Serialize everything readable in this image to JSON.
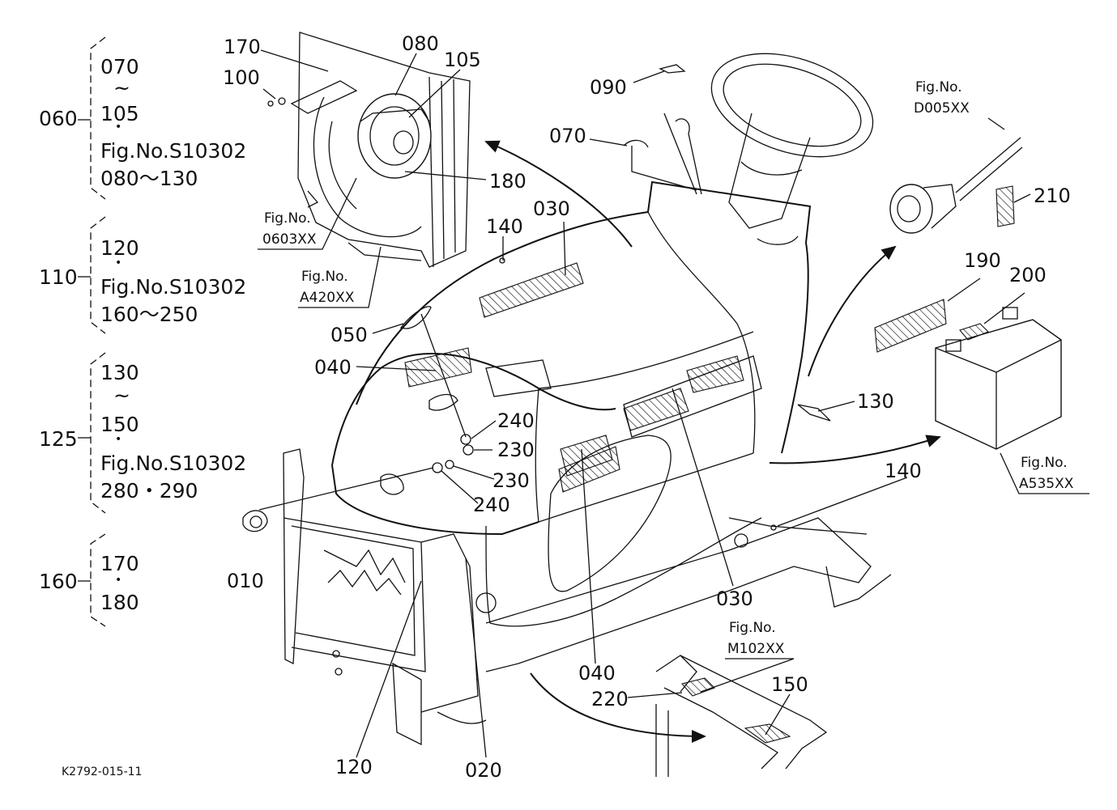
{
  "groups": [
    {
      "ref": "060",
      "lines": [
        "070",
        "~",
        "105",
        "•",
        "Fig.No.S10302",
        "080～130"
      ]
    },
    {
      "ref": "110",
      "lines": [
        "120",
        "•",
        "Fig.No.S10302",
        "160～250"
      ]
    },
    {
      "ref": "125",
      "lines": [
        "130",
        "~",
        "150",
        "•",
        "Fig.No.S10302",
        "280・290"
      ]
    },
    {
      "ref": "160",
      "lines": [
        "170",
        "•",
        "180"
      ]
    }
  ],
  "callouts": {
    "c170": "170",
    "c080": "080",
    "c105": "105",
    "c100": "100",
    "c180": "180",
    "c090": "090",
    "c070": "070",
    "c030a": "030",
    "c140a": "140",
    "c050": "050",
    "c040a": "040",
    "c240a": "240",
    "c230a": "230",
    "c230b": "230",
    "c240b": "240",
    "c010": "010",
    "c210": "210",
    "c190": "190",
    "c200": "200",
    "c130": "130",
    "c140b": "140",
    "c030b": "030",
    "c040b": "040",
    "c120": "120",
    "c020": "020",
    "c220": "220",
    "c150": "150"
  },
  "figrefs": {
    "f0603": [
      "Fig.No.",
      "0603XX"
    ],
    "fA420": [
      "Fig.No.",
      "A420XX"
    ],
    "fD005": [
      "Fig.No.",
      "D005XX"
    ],
    "fA535": [
      "Fig.No.",
      "A535XX"
    ],
    "fM102": [
      "Fig.No.",
      "M102XX"
    ]
  },
  "drawing_id": "K2792-015-11"
}
